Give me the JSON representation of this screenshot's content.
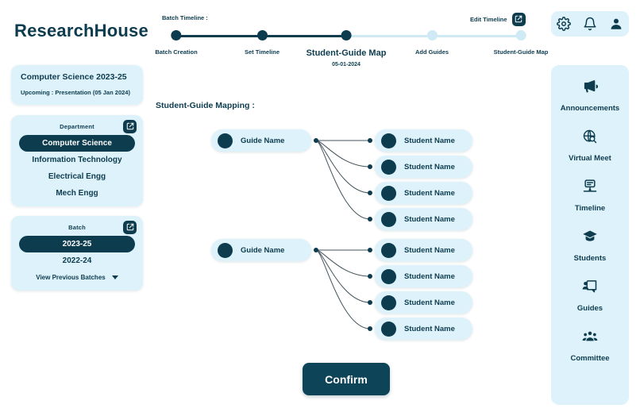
{
  "brand": "ResearchHouse",
  "batch_info": {
    "title": "Computer Science 2023-25",
    "subtitle": "Upcoming : Presentation (05 Jan 2024)"
  },
  "department_card": {
    "heading": "Department",
    "edit_icon": "edit-square-icon",
    "items": [
      {
        "label": "Computer Science",
        "active": true
      },
      {
        "label": "Information Technology",
        "active": false
      },
      {
        "label": "Electrical Engg",
        "active": false
      },
      {
        "label": "Mech Engg",
        "active": false
      }
    ]
  },
  "batch_card": {
    "heading": "Batch",
    "edit_icon": "edit-square-icon",
    "items": [
      {
        "label": "2023-25",
        "active": true
      },
      {
        "label": "2022-24",
        "active": false
      }
    ],
    "more_label": "View Previous Batches"
  },
  "timeline": {
    "label": "Batch Timeline :",
    "edit_label": "Edit Timeline",
    "edit_icon": "edit-square-icon",
    "steps": [
      {
        "name": "Batch Creation",
        "state": "done",
        "date": ""
      },
      {
        "name": "Set Timeline",
        "state": "done",
        "date": ""
      },
      {
        "name": "Student-Guide Map",
        "state": "current",
        "date": "05-01-2024"
      },
      {
        "name": "Add Guides",
        "state": "todo",
        "date": ""
      },
      {
        "name": "Student-Guide Map",
        "state": "todo",
        "date": ""
      }
    ]
  },
  "mapping": {
    "title": "Student-Guide Mapping :",
    "groups": [
      {
        "guide": "Guide Name",
        "students": [
          "Student Name",
          "Student Name",
          "Student Name",
          "Student Name"
        ]
      },
      {
        "guide": "Guide Name",
        "students": [
          "Student Name",
          "Student Name",
          "Student Name",
          "Student Name"
        ]
      }
    ]
  },
  "confirm_label": "Confirm",
  "topbar": {
    "icons": [
      "gear-icon",
      "bell-icon",
      "user-icon"
    ]
  },
  "rail": {
    "items": [
      {
        "label": "Announcements",
        "icon": "megaphone-icon"
      },
      {
        "label": "Virtual Meet",
        "icon": "globe-search-icon"
      },
      {
        "label": "Timeline",
        "icon": "timeline-node-icon"
      },
      {
        "label": "Students",
        "icon": "graduation-cap-icon"
      },
      {
        "label": "Guides",
        "icon": "presenter-icon"
      },
      {
        "label": "Committee",
        "icon": "people-group-icon"
      }
    ]
  },
  "colors": {
    "primary": "#0d3c4f",
    "card_bg": "#ddf2fa",
    "track_inactive": "#cfe9f5",
    "page_bg": "#ffffff"
  }
}
